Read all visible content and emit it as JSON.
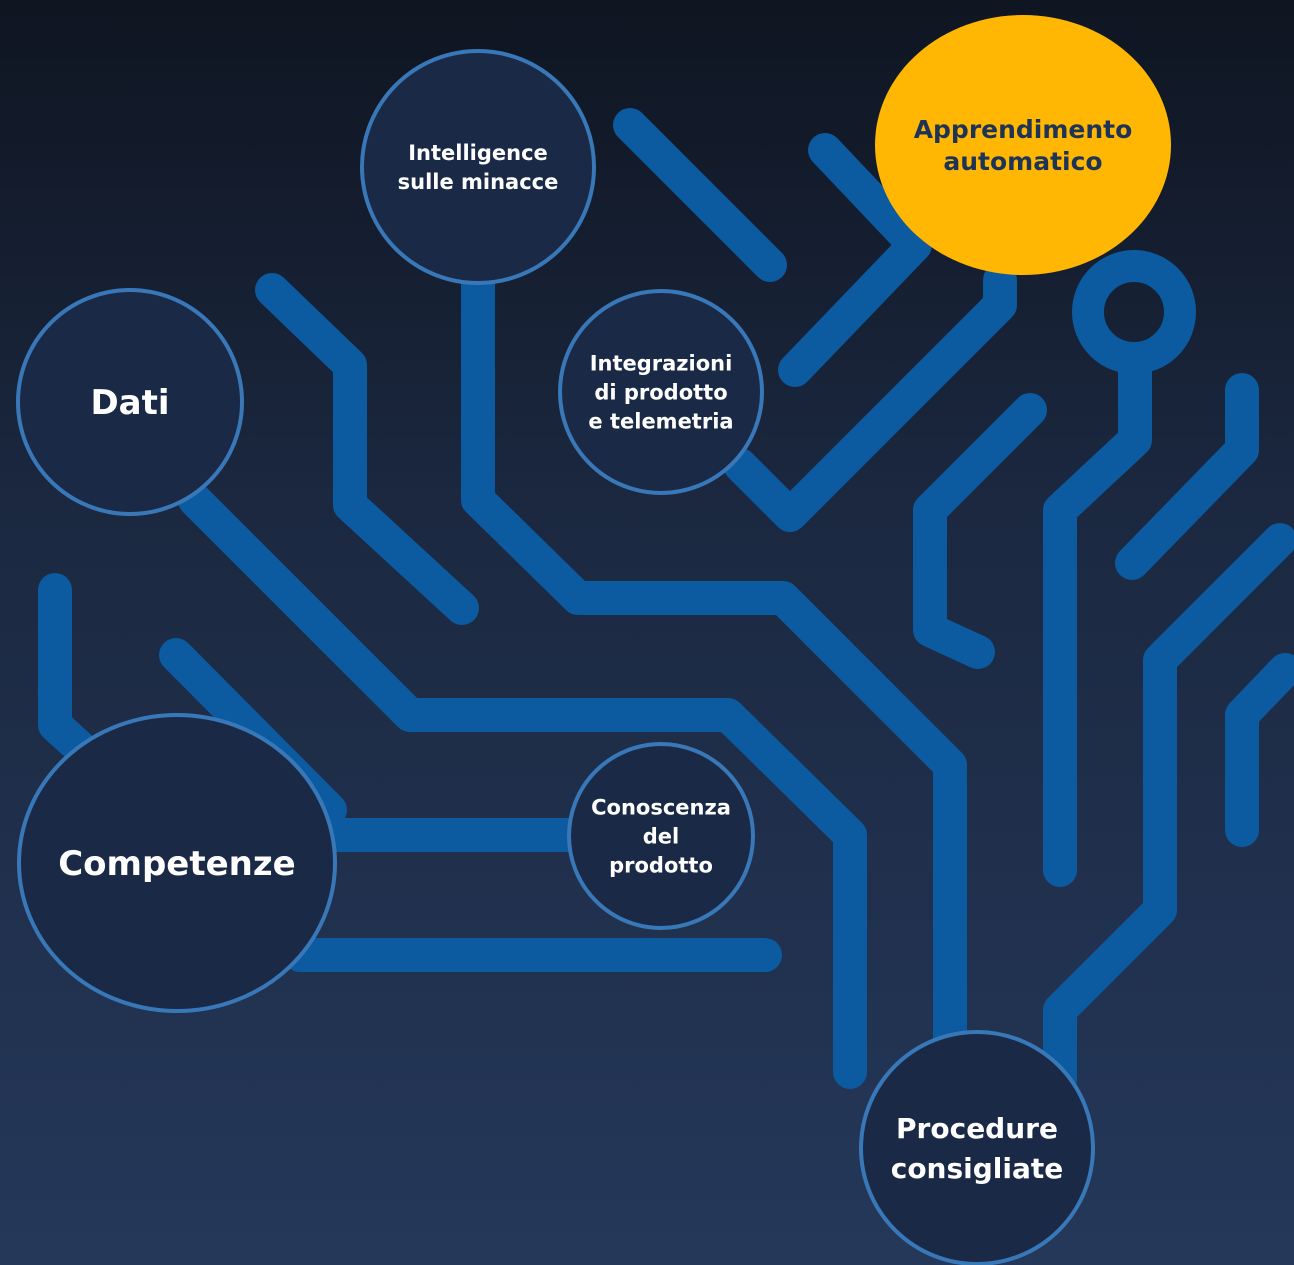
{
  "colors": {
    "trace": "#0c5aa0",
    "node_fill": "#1a2a46",
    "node_stroke": "#3978b8",
    "highlight": "#ffb703",
    "highlight_text": "#1e3456",
    "background_top": "#0f1521",
    "background_bottom": "#25385a"
  },
  "nodes": [
    {
      "id": "threat-intelligence",
      "lines": [
        "Intelligence",
        "sulle minacce"
      ],
      "highlight": false
    },
    {
      "id": "machine-learning",
      "lines": [
        "Apprendimento",
        "automatico"
      ],
      "highlight": true
    },
    {
      "id": "data",
      "lines": [
        "Dati"
      ],
      "highlight": false
    },
    {
      "id": "product-integrations",
      "lines": [
        "Integrazioni",
        "di prodotto",
        "e telemetria"
      ],
      "highlight": false
    },
    {
      "id": "expertise",
      "lines": [
        "Competenze"
      ],
      "highlight": false
    },
    {
      "id": "product-knowledge",
      "lines": [
        "Conoscenza",
        "del",
        "prodotto"
      ],
      "highlight": false
    },
    {
      "id": "best-practices",
      "lines": [
        "Procedure",
        "consigliate"
      ],
      "highlight": false
    }
  ]
}
